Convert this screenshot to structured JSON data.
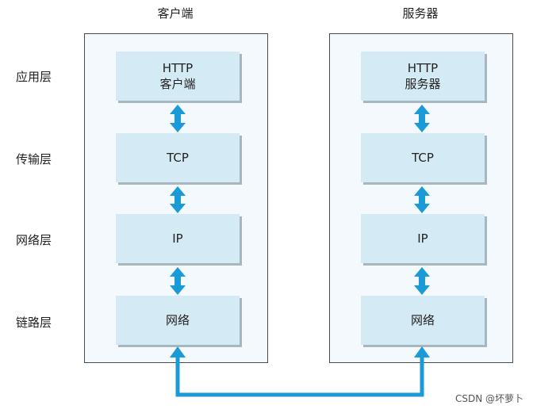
{
  "columns": {
    "client_title": "客户端",
    "server_title": "服务器"
  },
  "layers": [
    "应用层",
    "传输层",
    "网络层",
    "链路层"
  ],
  "client_boxes": [
    "HTTP\n客户端",
    "TCP",
    "IP",
    "网络"
  ],
  "server_boxes": [
    "HTTP\n服务器",
    "TCP",
    "IP",
    "网络"
  ],
  "watermark": "CSDN @坏萝卜",
  "colors": {
    "arrow": "#1a9ad6",
    "box": "#d4ebf5",
    "panel": "#f3f9fc"
  }
}
